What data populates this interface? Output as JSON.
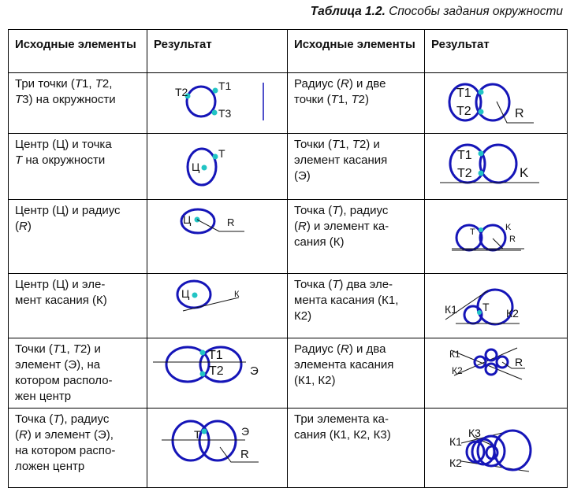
{
  "title": {
    "bold": "Таблица 1.2.",
    "rest": " Способы задания окружности"
  },
  "headers": [
    "Исходные элементы",
    "Результат",
    "Исходные элементы",
    "Результат"
  ],
  "rows": [
    {
      "left": [
        [
          "Три точки (",
          {
            "i": "T"
          },
          "1, ",
          {
            "i": "T"
          },
          "2,"
        ],
        [
          {
            "i": "T"
          },
          "3) на окружности"
        ]
      ],
      "right": [
        [
          "Радиус (",
          {
            "i": "R"
          },
          ") и две"
        ],
        [
          "точки (",
          {
            "i": "T"
          },
          "1, ",
          {
            "i": "T"
          },
          "2)"
        ]
      ],
      "left_labels": [
        "T1",
        "T2",
        "T3"
      ],
      "right_labels": [
        "T1",
        "T2",
        "R"
      ]
    },
    {
      "left": [
        [
          "Центр (Ц) и точка"
        ],
        [
          {
            "i": "T"
          },
          " на окружности"
        ]
      ],
      "right": [
        [
          "Точки (",
          {
            "i": "T"
          },
          "1, ",
          {
            "i": "T"
          },
          "2) и"
        ],
        [
          "элемент касания"
        ],
        [
          "(Э)"
        ]
      ],
      "left_labels": [
        "Ц",
        "Т"
      ],
      "right_labels": [
        "T1",
        "T2",
        "K"
      ]
    },
    {
      "left": [
        [
          "Центр (Ц) и радиус"
        ],
        [
          "(",
          {
            "i": "R"
          },
          ")"
        ]
      ],
      "right": [
        [
          "Точка (",
          {
            "i": "T"
          },
          "), радиус"
        ],
        [
          "(",
          {
            "i": "R"
          },
          ") и элемент ка-"
        ],
        [
          "сания (К)"
        ]
      ],
      "left_labels": [
        "Ц",
        "R"
      ],
      "right_labels": [
        "T",
        "K",
        "R"
      ]
    },
    {
      "left": [
        [
          "Центр (Ц) и эле-"
        ],
        [
          "мент касания (К)"
        ]
      ],
      "right": [
        [
          "Точка (",
          {
            "i": "T"
          },
          ") два эле-"
        ],
        [
          "мента касания (К1,"
        ],
        [
          "К2)"
        ]
      ],
      "left_labels": [
        "Ц",
        "К"
      ],
      "right_labels": [
        "К1",
        "Т",
        "К2"
      ]
    },
    {
      "left": [
        [
          "Точки (",
          {
            "i": "T"
          },
          "1, ",
          {
            "i": "T"
          },
          "2) и"
        ],
        [
          "элемент (Э), на"
        ],
        [
          "котором располо-"
        ],
        [
          "жен центр"
        ]
      ],
      "right": [
        [
          "Радиус (",
          {
            "i": "R"
          },
          ") и два"
        ],
        [
          "элемента касания"
        ],
        [
          "(К1, К2)"
        ]
      ],
      "left_labels": [
        "T1",
        "T2",
        "Э"
      ],
      "right_labels": [
        "К1",
        "К2",
        "R"
      ]
    },
    {
      "left": [
        [
          "Точка (",
          {
            "i": "T"
          },
          "), радиус"
        ],
        [
          "(",
          {
            "i": "R"
          },
          ") и элемент (Э),"
        ],
        [
          "на котором распо-"
        ],
        [
          "ложен центр"
        ]
      ],
      "right": [
        [
          "Три элемента ка-"
        ],
        [
          "сания (К1, К2, К3)"
        ]
      ],
      "left_labels": [
        "T",
        "Э",
        "R"
      ],
      "right_labels": [
        "К1",
        "К3",
        "К2"
      ]
    }
  ]
}
